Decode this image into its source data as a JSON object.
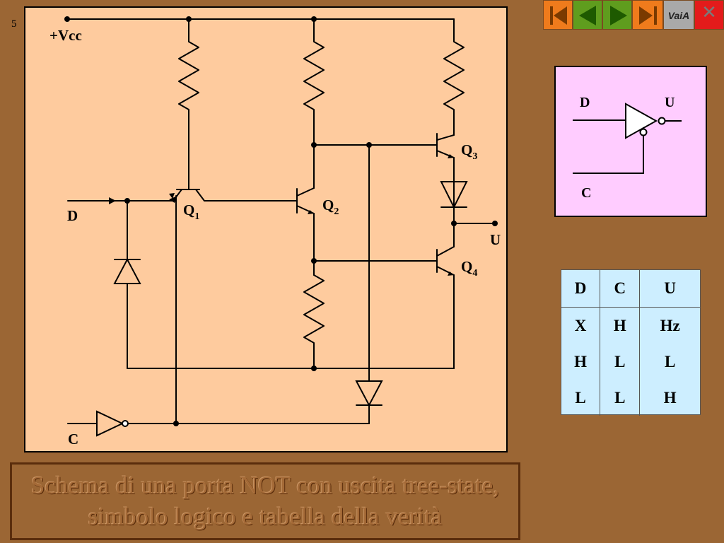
{
  "slide_number": "5",
  "nav": {
    "first_icon": "first-slide-icon",
    "prev_icon": "previous-slide-icon",
    "next_icon": "next-slide-icon",
    "last_icon": "last-slide-icon",
    "vaia_label": "VaiA",
    "close_glyph": "✕"
  },
  "circuit": {
    "vcc_label": "+Vcc",
    "input_d_label": "D",
    "input_c_label": "C",
    "output_u_label": "U",
    "q1": {
      "main": "Q",
      "sub": "1"
    },
    "q2": {
      "main": "Q",
      "sub": "2"
    },
    "q3": {
      "main": "Q",
      "sub": "3"
    },
    "q4": {
      "main": "Q",
      "sub": "4"
    }
  },
  "symbol": {
    "d_label": "D",
    "u_label": "U",
    "c_label": "C"
  },
  "truth_table": {
    "headers": [
      "D",
      "C",
      "U"
    ],
    "rows": [
      [
        "X",
        "H",
        "Hz"
      ],
      [
        "H",
        "L",
        "L"
      ],
      [
        "L",
        "L",
        "H"
      ]
    ]
  },
  "caption": "Schema di una porta NOT con uscita tree-state, simbolo logico e tabella della verità",
  "colors": {
    "background": "#9b6634",
    "circuit_panel": "#fecb9e",
    "symbol_panel": "#ffccff",
    "truth_panel": "#cdeeff"
  }
}
